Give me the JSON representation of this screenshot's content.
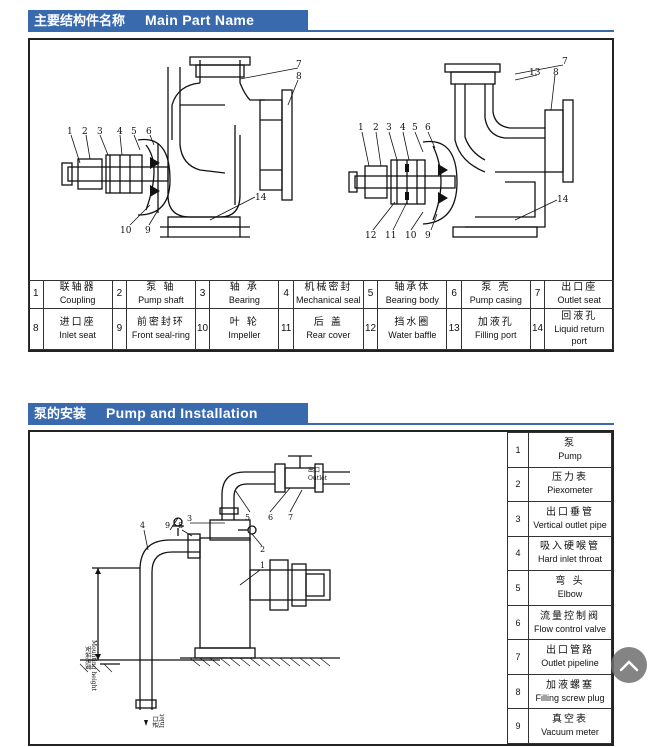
{
  "section1": {
    "title_zh": "主要结构件名称",
    "title_en": "Main  Part  Name",
    "parts": [
      {
        "num": "1",
        "zh": "联轴器",
        "en": "Coupling"
      },
      {
        "num": "2",
        "zh": "泵  轴",
        "en": "Pump shaft"
      },
      {
        "num": "3",
        "zh": "轴  承",
        "en": "Bearing"
      },
      {
        "num": "4",
        "zh": "机械密封",
        "en": "Mechanical seal"
      },
      {
        "num": "5",
        "zh": "轴承体",
        "en": "Bearing body"
      },
      {
        "num": "6",
        "zh": "泵  壳",
        "en": "Pump casing"
      },
      {
        "num": "7",
        "zh": "出口座",
        "en": "Outlet seat"
      },
      {
        "num": "8",
        "zh": "进口座",
        "en": "Inlet seat"
      },
      {
        "num": "9",
        "zh": "前密封环",
        "en": "Front seal-ring"
      },
      {
        "num": "10",
        "zh": "叶  轮",
        "en": "Impeller"
      },
      {
        "num": "11",
        "zh": "后  盖",
        "en": "Rear cover"
      },
      {
        "num": "12",
        "zh": "挡水圈",
        "en": "Water baffle"
      },
      {
        "num": "13",
        "zh": "加液孔",
        "en": "Filling port"
      },
      {
        "num": "14",
        "zh": "回液孔",
        "en": "Liquid return port"
      }
    ],
    "left_drawing_labels": [
      "1",
      "2",
      "3",
      "4",
      "5",
      "6",
      "7",
      "8",
      "10",
      "9",
      "14"
    ],
    "right_drawing_labels": [
      "1",
      "2",
      "3",
      "4",
      "5",
      "6",
      "7",
      "13",
      "8",
      "14",
      "12",
      "11",
      "10",
      "9"
    ]
  },
  "section2": {
    "title_zh": "泵的安装",
    "title_en": "Pump and Installation",
    "drawing_labels": {
      "outlet_zh": "出口",
      "outlet_en": "Outlet",
      "inlet_zh": "进口",
      "inlet_en": "Inlet",
      "height_zh": "安装高度",
      "height_en": "Mounting height",
      "numbers": [
        "4",
        "9",
        "8",
        "3",
        "5",
        "6",
        "7",
        "2",
        "1"
      ]
    },
    "parts": [
      {
        "num": "1",
        "zh": "泵",
        "en": "Pump"
      },
      {
        "num": "2",
        "zh": "压力表",
        "en": "Piexometer"
      },
      {
        "num": "3",
        "zh": "出口垂管",
        "en": "Vertical outlet pipe"
      },
      {
        "num": "4",
        "zh": "吸入硬喉管",
        "en": "Hard inlet throat"
      },
      {
        "num": "5",
        "zh": "弯  头",
        "en": "Elbow"
      },
      {
        "num": "6",
        "zh": "流量控制阀",
        "en": "Flow control valve"
      },
      {
        "num": "7",
        "zh": "出口管路",
        "en": "Outlet pipeline"
      },
      {
        "num": "8",
        "zh": "加液螺塞",
        "en": "Filling screw plug"
      },
      {
        "num": "9",
        "zh": "真空表",
        "en": "Vacuum meter"
      }
    ]
  },
  "scroll_top_icon": "chevron-up-icon"
}
